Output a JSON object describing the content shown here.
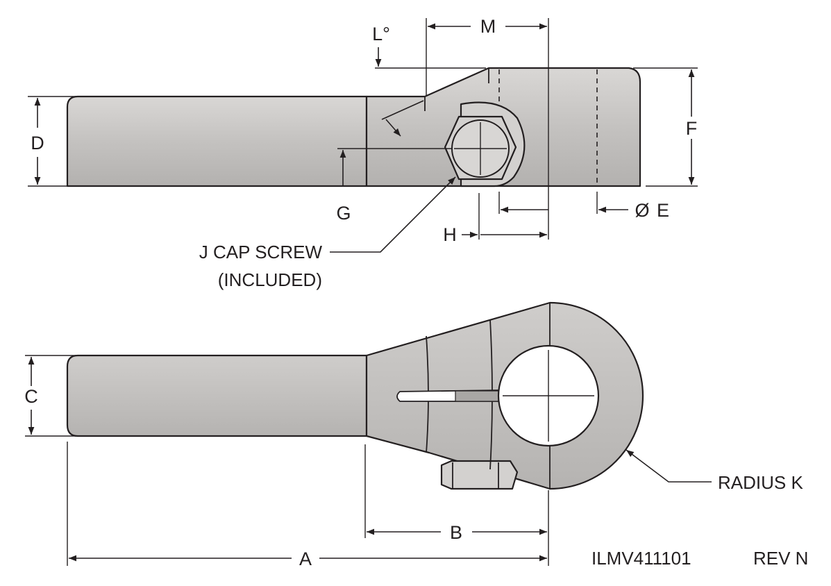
{
  "dimensions": {
    "a": "A",
    "b": "B",
    "c": "C",
    "d": "D",
    "e": "E",
    "e_symbol": "Ø",
    "f": "F",
    "g": "G",
    "h": "H",
    "l": "L°",
    "m": "M"
  },
  "notes": {
    "cap_screw_line1": "J CAP SCREW",
    "cap_screw_line2": "(INCLUDED)",
    "radius": "RADIUS K"
  },
  "title_block": {
    "drawing_number": "ILMV411101",
    "revision": "REV N"
  }
}
